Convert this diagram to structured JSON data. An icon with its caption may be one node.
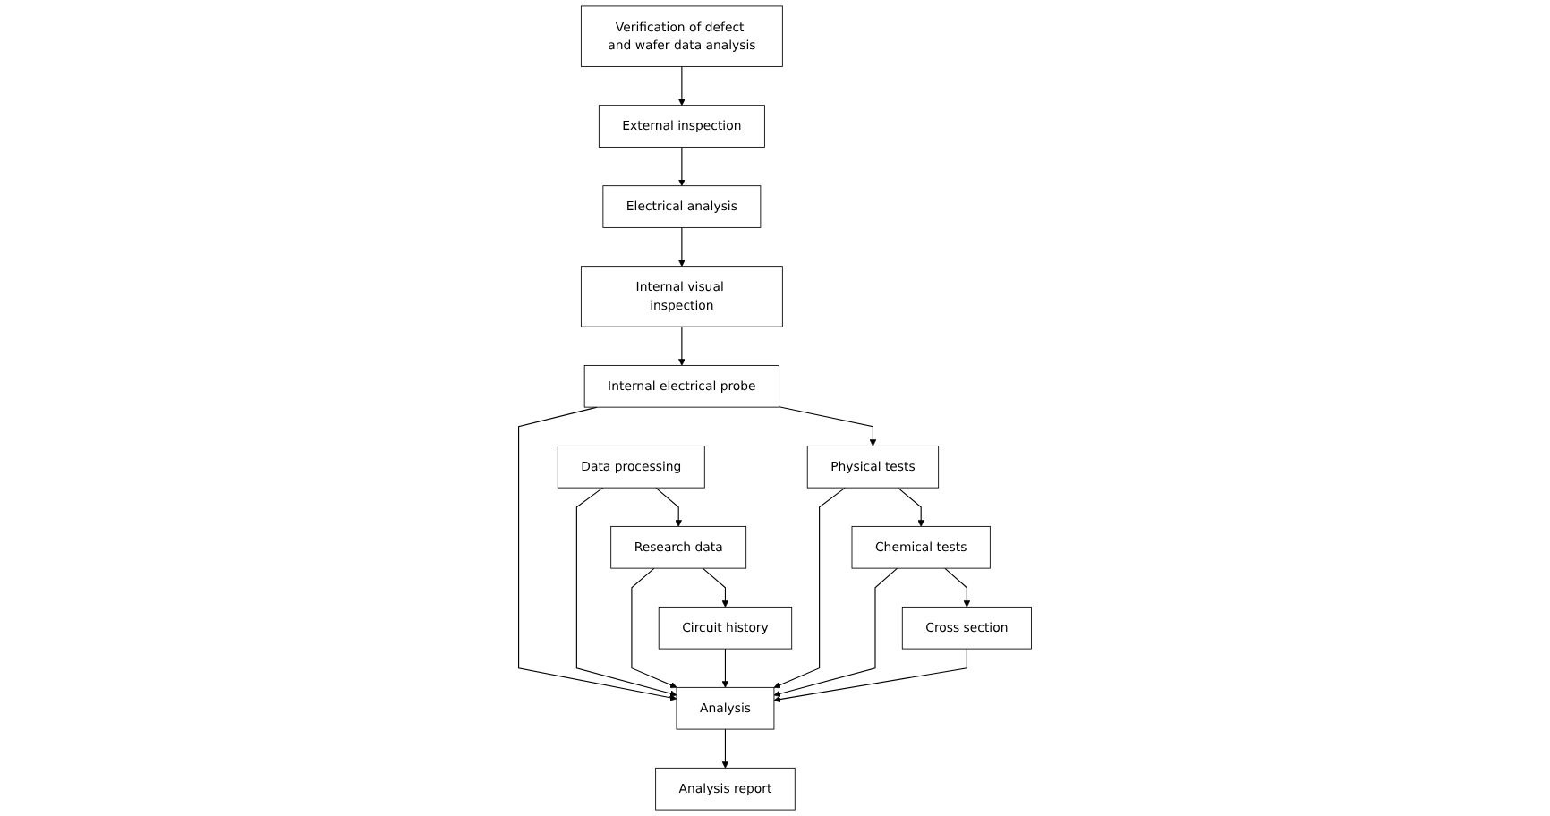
{
  "diagram": {
    "nodes": [
      {
        "text": [
          "Verification of defect and wafer data analysis"
        ]
      },
      {
        "text": [
          "External inspection"
        ]
      },
      {
        "text": [
          "Electrical analysis"
        ]
      },
      {
        "text": [
          "Internal visual inspection"
        ]
      },
      {
        "text": [
          "Internal electrical probe"
        ]
      },
      {
        "text": [
          "Data processing"
        ]
      },
      {
        "text": [
          "Research data"
        ]
      },
      {
        "text": [
          "Circuit history"
        ]
      },
      {
        "text": [
          "Analysis"
        ]
      },
      {
        "text": [
          "Analysis report"
        ]
      },
      {
        "text": [
          "Physical tests"
        ]
      },
      {
        "text": [
          "Chemical tests"
        ]
      },
      {
        "text": [
          "Cross section"
        ]
      }
    ],
    "edges": [
      {
        "from": 0,
        "to": 1,
        "arrow": "to"
      },
      {
        "from": 1,
        "to": 2,
        "arrow": "to"
      },
      {
        "from": 2,
        "to": 3,
        "arrow": "to"
      },
      {
        "from": 3,
        "to": 4,
        "arrow": "to"
      },
      {
        "from": 4,
        "to": 8,
        "arrow": "to"
      },
      {
        "from": 4,
        "to": 10,
        "arrow": "to"
      },
      {
        "from": 5,
        "to": 6,
        "arrow": "to"
      },
      {
        "from": 6,
        "to": 7,
        "arrow": "to"
      },
      {
        "from": 5,
        "to": 8,
        "arrow": "to"
      },
      {
        "from": 6,
        "to": 8,
        "arrow": "to"
      },
      {
        "from": 7,
        "to": 8,
        "arrow": "to"
      },
      {
        "from": 8,
        "to": 9,
        "arrow": "to"
      },
      {
        "from": 10,
        "to": 11,
        "arrow": "to"
      },
      {
        "from": 11,
        "to": 12,
        "arrow": "to"
      },
      {
        "from": 10,
        "to": 8,
        "arrow": "to"
      },
      {
        "from": 11,
        "to": 8,
        "arrow": "to"
      },
      {
        "from": 12,
        "to": 8,
        "arrow": "to"
      }
    ]
  }
}
